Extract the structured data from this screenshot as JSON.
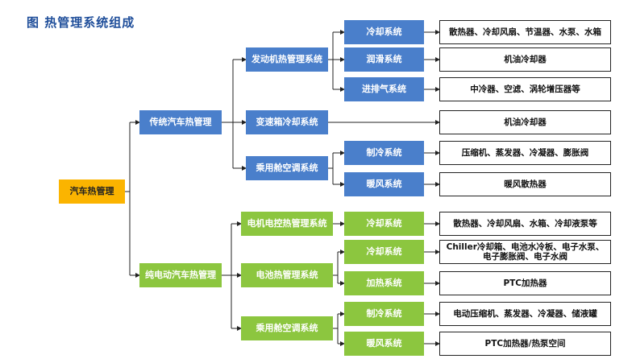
{
  "title": "图 热管理系统组成",
  "root": "汽车热管理",
  "traditional": {
    "label": "传统汽车热管理",
    "engine": {
      "label": "发动机热管理系统",
      "cooling": {
        "label": "冷却系统",
        "leaf": "散热器、冷却风扇、节温器、水泵、水箱"
      },
      "lubrication": {
        "label": "润滑系统",
        "leaf": "机油冷却器"
      },
      "intake": {
        "label": "进排气系统",
        "leaf": "中冷器、空滤、涡轮增压器等"
      }
    },
    "transmission": {
      "label": "变速箱冷却系统",
      "leaf": "机油冷却器"
    },
    "cabin": {
      "label": "乘用舱空调系统",
      "cooling": {
        "label": "制冷系统",
        "leaf": "压缩机、蒸发器、冷凝器、膨胀阀"
      },
      "heating": {
        "label": "暖风系统",
        "leaf": "暖风散热器"
      }
    }
  },
  "electric": {
    "label": "纯电动汽车热管理",
    "motor": {
      "label": "电机电控热管理系统",
      "cooling": {
        "label": "冷却系统",
        "leaf": "散热器、冷却风扇、水箱、冷却液泵等"
      }
    },
    "battery": {
      "label": "电池热管理系统",
      "cooling": {
        "label": "冷却系统",
        "leaf": "Chiller冷却箱、电池水冷板、电子水泵、电子膨胀阀、电子水阀"
      },
      "heating": {
        "label": "加热系统",
        "leaf": "PTC加热器"
      }
    },
    "cabin": {
      "label": "乘用舱空调系统",
      "cooling": {
        "label": "制冷系统",
        "leaf": "电动压缩机、蒸发器、冷凝器、储液罐"
      },
      "heating": {
        "label": "暖风系统",
        "leaf": "PTC加热器/热泵空间"
      }
    }
  }
}
